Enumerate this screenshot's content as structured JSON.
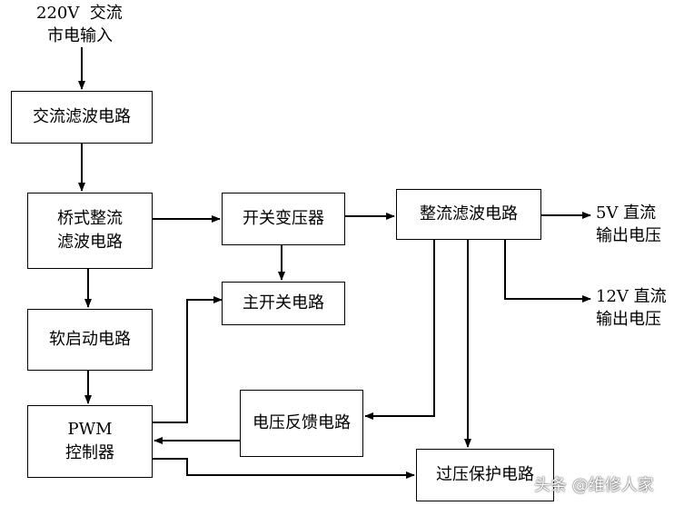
{
  "input": {
    "line1": "220V  交流",
    "line2": "市电输入"
  },
  "blocks": {
    "ac_filter": "交流滤波电路",
    "bridge_filter": {
      "line1": "桥式整流",
      "line2": "滤波电路"
    },
    "soft_start": "软启动电路",
    "pwm": {
      "line1": "PWM",
      "line2": "控制器"
    },
    "transformer": "开关变压器",
    "main_switch": "主开关电路",
    "rect_filter": "整流滤波电路",
    "voltage_feedback": "电压反馈电路",
    "overvoltage": "过压保护电路"
  },
  "outputs": {
    "out5v": {
      "line1": "5V 直流",
      "line2": "输出电压"
    },
    "out12v": {
      "line1": "12V 直流",
      "line2": "输出电压"
    }
  },
  "watermark": "头条 @维修人家"
}
